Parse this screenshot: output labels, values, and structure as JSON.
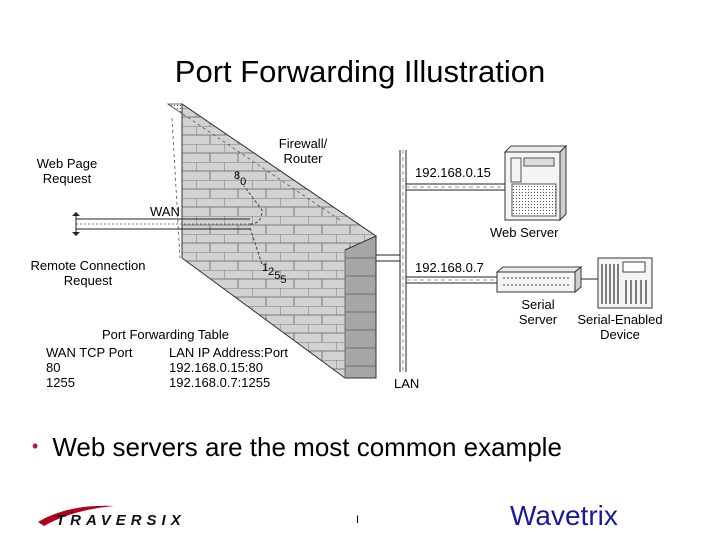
{
  "title": "Port Forwarding Illustration",
  "labels": {
    "web_page_request": [
      "Web Page",
      "Request"
    ],
    "firewall_router": [
      "Firewall/",
      "Router"
    ],
    "wan": "WAN",
    "remote_connection_request": [
      "Remote Connection",
      "Request"
    ],
    "ip_web": "192.168.0.15",
    "ip_serial": "192.168.0.7",
    "web_server": "Web Server",
    "serial_server": [
      "Serial",
      "Server"
    ],
    "serial_device": [
      "Serial-Enabled",
      "Device"
    ],
    "lan": "LAN",
    "port_80_digits": [
      "8",
      "0"
    ],
    "port_1255_digits": [
      "1",
      "2",
      "5",
      "5"
    ]
  },
  "table": {
    "title": "Port Forwarding Table",
    "headers": [
      "WAN TCP Port",
      "LAN IP Address:Port"
    ],
    "rows": [
      [
        "80",
        "192.168.0.15:80"
      ],
      [
        "1255",
        "192.168.0.7:1255"
      ]
    ]
  },
  "bullet": "Web servers are the most common example",
  "footer": {
    "logo_left": "TRAVERSIX",
    "slide_marker": "I",
    "brand_right": "Wavetrix"
  },
  "colors": {
    "wall_fill": "#d2d2d2",
    "wall_shadow": "#9a9a9a",
    "bullet": "#c8102e",
    "brand": "#1a1a9c"
  }
}
